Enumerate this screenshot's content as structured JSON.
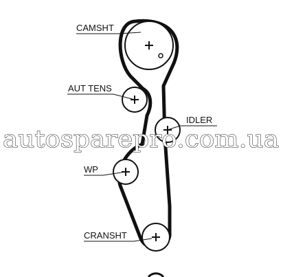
{
  "labels": {
    "camshaft": "CAMSHT",
    "auto_tensioner": "AUT TENS",
    "idler": "IDLER",
    "water_pump": "WP",
    "crankshaft": "CRANSHT"
  },
  "watermark": "autosparepro.com.ua",
  "colors": {
    "belt": "#111111",
    "pulley": "#111111",
    "leader": "#111111",
    "background": "#ffffff"
  }
}
